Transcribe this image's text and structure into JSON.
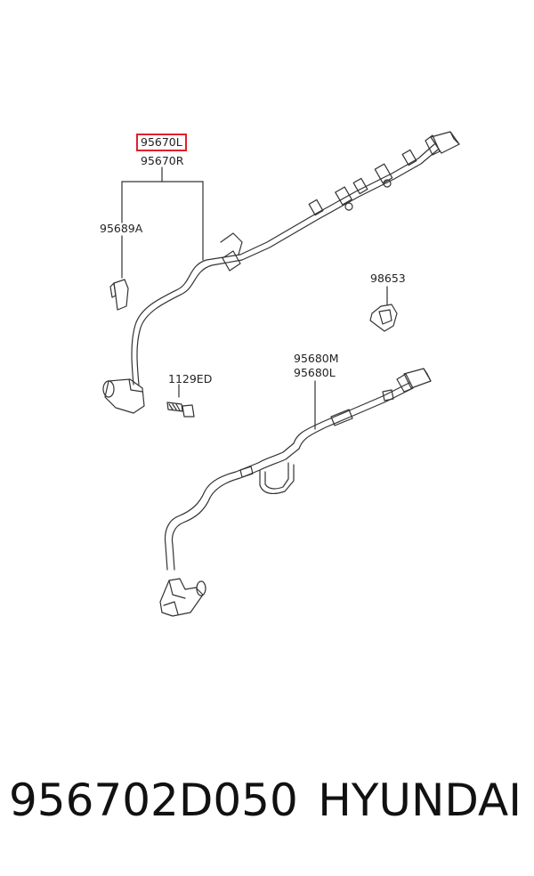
{
  "diagram": {
    "labels": {
      "top_highlighted": "95670L",
      "top_second": "95670R",
      "bracket": "95689A",
      "clip": "98653",
      "bolt": "1129ED",
      "lower_first": "95680M",
      "lower_second": "95680L"
    },
    "colors": {
      "highlight_box": "#e0202a",
      "line_art": "#333333"
    }
  },
  "footer": {
    "part_number": "956702D050",
    "brand": "HYUNDAI"
  }
}
